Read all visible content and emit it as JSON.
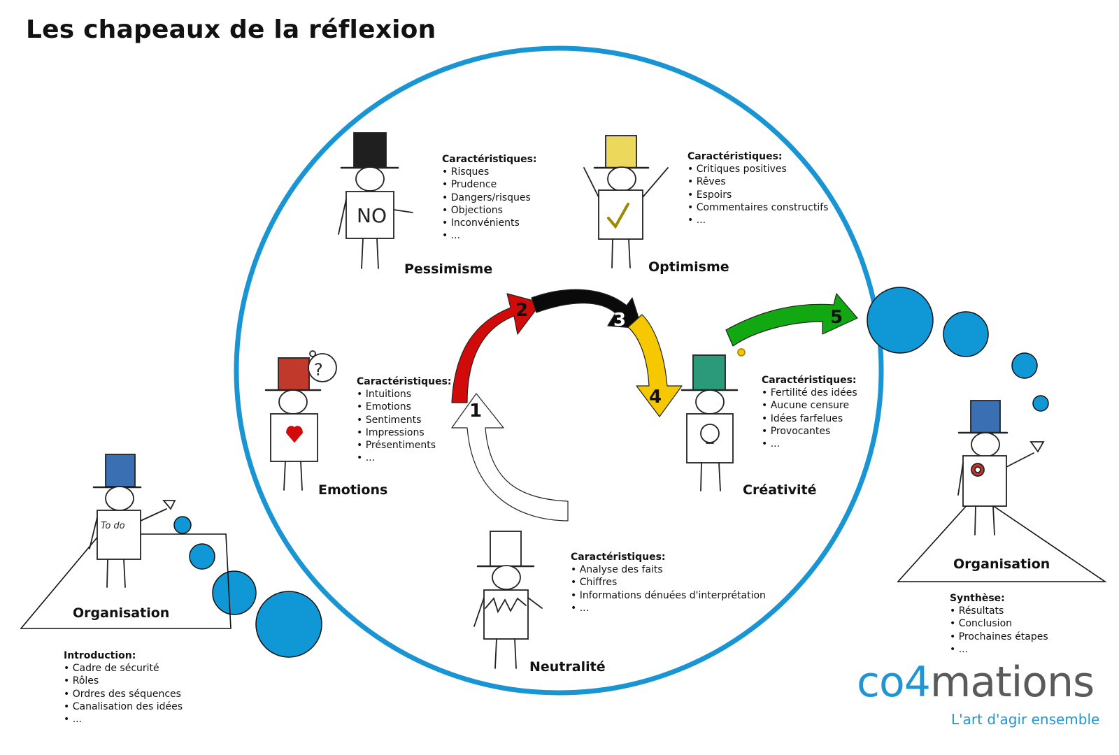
{
  "title": "Les chapeaux de la réflexion",
  "colors": {
    "circle": "#1a95d4",
    "bubble": "#0f97d6",
    "red": "#d10a0a",
    "black": "#0a0a0a",
    "yellow": "#f5c800",
    "green": "#12a812",
    "logo_gray": "#5a5a5a",
    "logo_blue": "#1f96d3"
  },
  "hats": {
    "pessimisme": {
      "label": "Pessimisme",
      "heading": "Caractéristiques:",
      "items": [
        "Risques",
        "Prudence",
        "Dangers/risques",
        "Objections",
        "Inconvénients",
        "..."
      ],
      "shirt_text": "NO"
    },
    "optimisme": {
      "label": "Optimisme",
      "heading": "Caractéristiques:",
      "items": [
        "Critiques positives",
        "Rêves",
        "Espoirs",
        "Commentaires constructifs",
        "..."
      ]
    },
    "emotions": {
      "label": "Emotions",
      "heading": "Caractéristiques:",
      "items": [
        "Intuitions",
        "Emotions",
        "Sentiments",
        "Impressions",
        "Présentiments",
        "..."
      ]
    },
    "creativite": {
      "label": "Créativité",
      "heading": "Caractéristiques:",
      "items": [
        "Fertilité des idées",
        "Aucune censure",
        "Idées farfelues",
        "Provocantes",
        "..."
      ]
    },
    "neutralite": {
      "label": "Neutralité",
      "heading": "Caractéristiques:",
      "items": [
        "Analyse des faits",
        "Chiffres",
        "Informations dénuées d'interprétation",
        "..."
      ]
    }
  },
  "organisation_left": {
    "label": "Organisation",
    "heading": "Introduction:",
    "items": [
      "Cadre de sécurité",
      "Rôles",
      "Ordres des séquences",
      "Canalisation des idées",
      "..."
    ],
    "shirt_text": "To do"
  },
  "organisation_right": {
    "label": "Organisation",
    "heading": "Synthèse:",
    "items": [
      "Résultats",
      "Conclusion",
      "Prochaines étapes",
      "..."
    ]
  },
  "steps": [
    "1",
    "2",
    "3",
    "4",
    "5"
  ],
  "logo": {
    "part1": "co",
    "part2": "4",
    "part3": "mations",
    "tagline": "L'art d'agir ensemble"
  }
}
